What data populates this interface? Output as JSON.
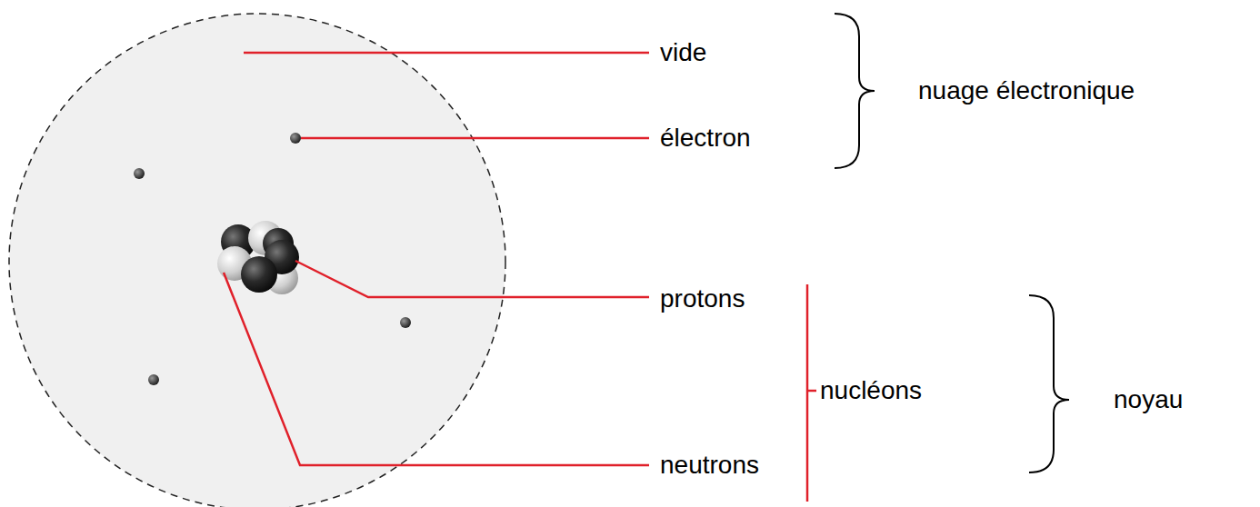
{
  "diagram": {
    "labels": [
      "vide",
      "électron",
      "nuage électronique",
      "protons",
      "nucléons",
      "noyau",
      "neutrons"
    ]
  }
}
